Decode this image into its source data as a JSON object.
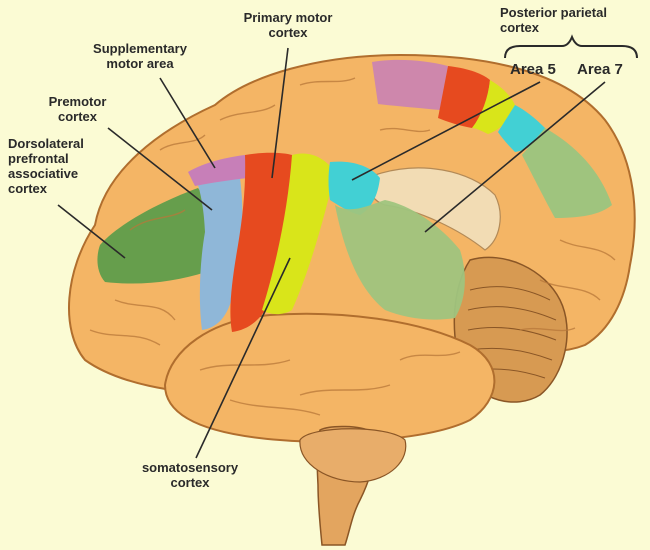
{
  "labels": {
    "primary_motor_1": "Primary motor",
    "primary_motor_2": "cortex",
    "supp_motor_1": "Supplementary",
    "supp_motor_2": "motor area",
    "premotor_1": "Premotor",
    "premotor_2": "cortex",
    "dlpfc_1": "Dorsolateral",
    "dlpfc_2": "prefrontal",
    "dlpfc_3": "associative",
    "dlpfc_4": "cortex",
    "ppc_1": "Posterior parietal",
    "ppc_2": "cortex",
    "area5": "Area 5",
    "area7": "Area 7",
    "somato_1": "somatosensory",
    "somato_2": "cortex"
  },
  "colors": {
    "background": "#fbfbd4",
    "brain": "#f4b565",
    "brain_outline": "#b06e2e",
    "dlpfc": "#5e9d4b",
    "premotor": "#8fb7d8",
    "supp_motor": "#c77fb8",
    "primary_motor": "#e64a1f",
    "somatosensory": "#d9e51a",
    "area5": "#42d0d4",
    "area7": "#9fc47e",
    "cerebellum": "#d79a52",
    "brainstem": "#e3a55f"
  }
}
